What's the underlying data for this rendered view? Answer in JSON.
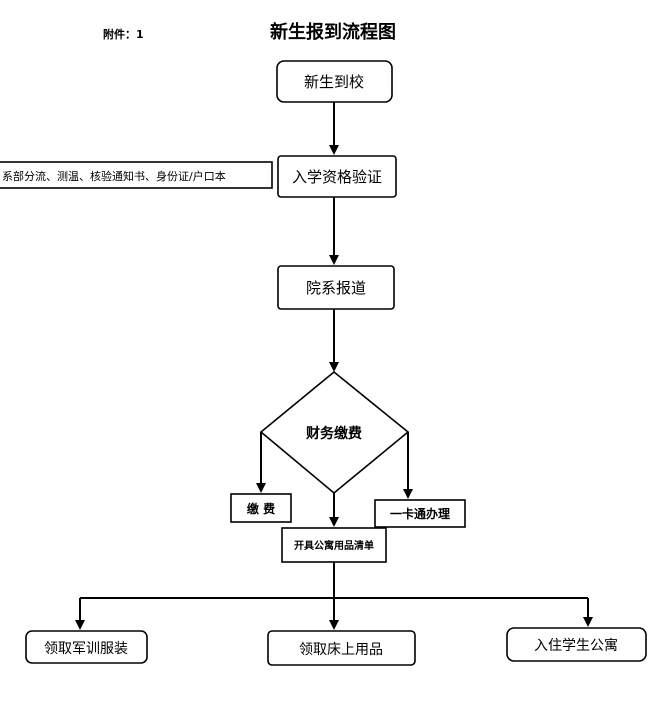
{
  "header": {
    "attachment_label": "附件：1",
    "title": "新生报到流程图"
  },
  "flow": {
    "arrive": "新生到校",
    "qualification": "入学资格验证",
    "qualification_note": "系部分流、测温、核验通知书、身份证/户口本",
    "dept_report": "院系报道",
    "finance": "财务缴费",
    "pay": "缴 费",
    "card": "一卡通办理",
    "supplies_list": "开具公寓用品清单",
    "uniform": "领取军训服装",
    "bedding": "领取床上用品",
    "dorm": "入住学生公寓"
  },
  "colors": {
    "stroke": "#000000",
    "fill": "#ffffff"
  }
}
